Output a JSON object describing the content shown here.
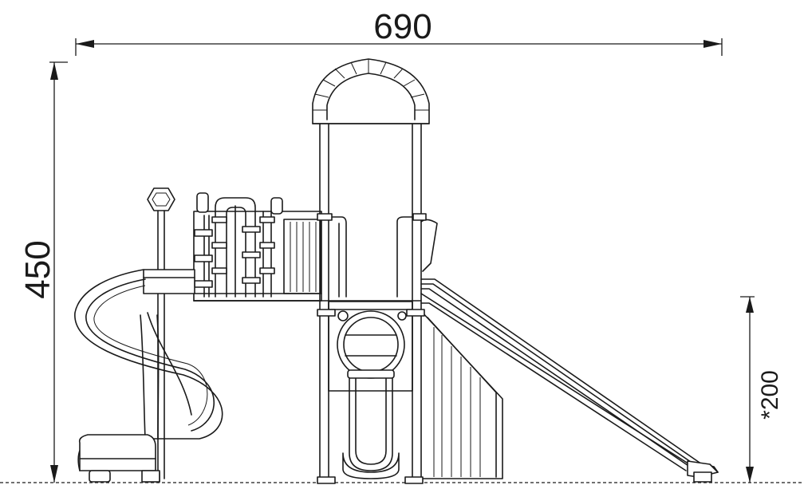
{
  "dimensions": {
    "width": {
      "value": "690"
    },
    "height": {
      "value": "450"
    },
    "free_height": {
      "value": "*200"
    }
  },
  "colors": {
    "line": "#1a1a1a",
    "background": "#ffffff"
  }
}
